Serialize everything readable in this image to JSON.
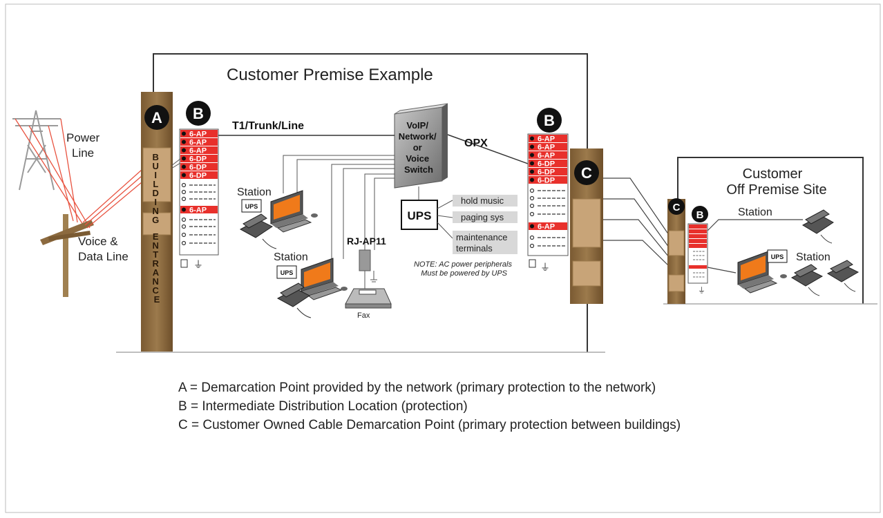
{
  "diagram": {
    "title": "Customer Premise Example",
    "off_premise_title_line1": "Customer",
    "off_premise_title_line2": "Off Premise Site",
    "badges": {
      "a": "A",
      "b": "B",
      "c": "C"
    },
    "power_line_1": "Power",
    "power_line_2": "Line",
    "voice_data_1": "Voice &",
    "voice_data_2": "Data Line",
    "building_entrance": [
      "B",
      "U",
      "I",
      "L",
      "D",
      "I",
      "N",
      "G",
      "",
      "E",
      "N",
      "T",
      "R",
      "A",
      "N",
      "C",
      "E"
    ],
    "t1_label": "T1/Trunk/Line",
    "opx_label": "OPX",
    "switch_lines": [
      "VoIP/",
      "Network/",
      "or",
      "Voice",
      "Switch"
    ],
    "ups_label": "UPS",
    "ups_small": "UPS",
    "peripherals": [
      "hold music",
      "paging sys",
      "maintenance",
      "terminals"
    ],
    "station_label": "Station",
    "rj_label": "RJ-AP11",
    "fax_label": "Fax",
    "note_line1": "NOTE: AC power peripherals",
    "note_line2": "Must be powered by UPS",
    "panel_left": [
      "6-AP",
      "6-AP",
      "6-AP",
      "6-DP",
      "6-DP",
      "6-DP"
    ],
    "panel_right": [
      "6-AP",
      "6-AP",
      "6-AP",
      "6-DP",
      "6-DP",
      "6-DP"
    ],
    "panel_single": "6-AP",
    "ground_symbol": "⏚"
  },
  "legend": {
    "a": "A = Demarcation Point provided by the network (primary protection to the network)",
    "b": "B = Intermediate Distribution Location (protection)",
    "c": "C = Customer Owned Cable Demarcation Point (primary protection between buildings)"
  },
  "colors": {
    "accent_red": "#e8302b",
    "post_brown": "#8c6a3f",
    "post_light": "#c8a478",
    "switch_gray": "#8a8a8a"
  }
}
